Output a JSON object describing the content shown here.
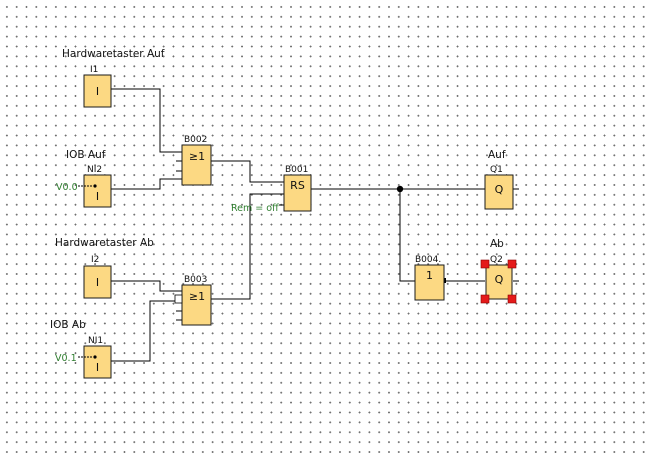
{
  "labels": {
    "hw_auf": "Hardwaretaster Auf",
    "iob_auf": "IOB Auf",
    "hw_ab": "Hardwaretaster Ab",
    "iob_ab": "IOB Ab",
    "auf": "Auf",
    "ab": "Ab",
    "rem": "Rem = off",
    "v00": "V0.0",
    "v01": "V0.1"
  },
  "blocks": {
    "i1": {
      "tag": "I1",
      "symbol": "I"
    },
    "ni2": {
      "tag": "NI2",
      "symbol": "I"
    },
    "b002": {
      "tag": "B002",
      "symbol": "≥1"
    },
    "i2": {
      "tag": "I2",
      "symbol": "I"
    },
    "b003": {
      "tag": "B003",
      "symbol": "≥1"
    },
    "ni1": {
      "tag": "NI1",
      "symbol": "I"
    },
    "b001": {
      "tag": "B001",
      "symbol": "RS"
    },
    "b004": {
      "tag": "B004.",
      "symbol": "1"
    },
    "q1": {
      "tag": "Q1",
      "symbol": "Q"
    },
    "q2": {
      "tag": "Q2",
      "symbol": "Q"
    }
  }
}
